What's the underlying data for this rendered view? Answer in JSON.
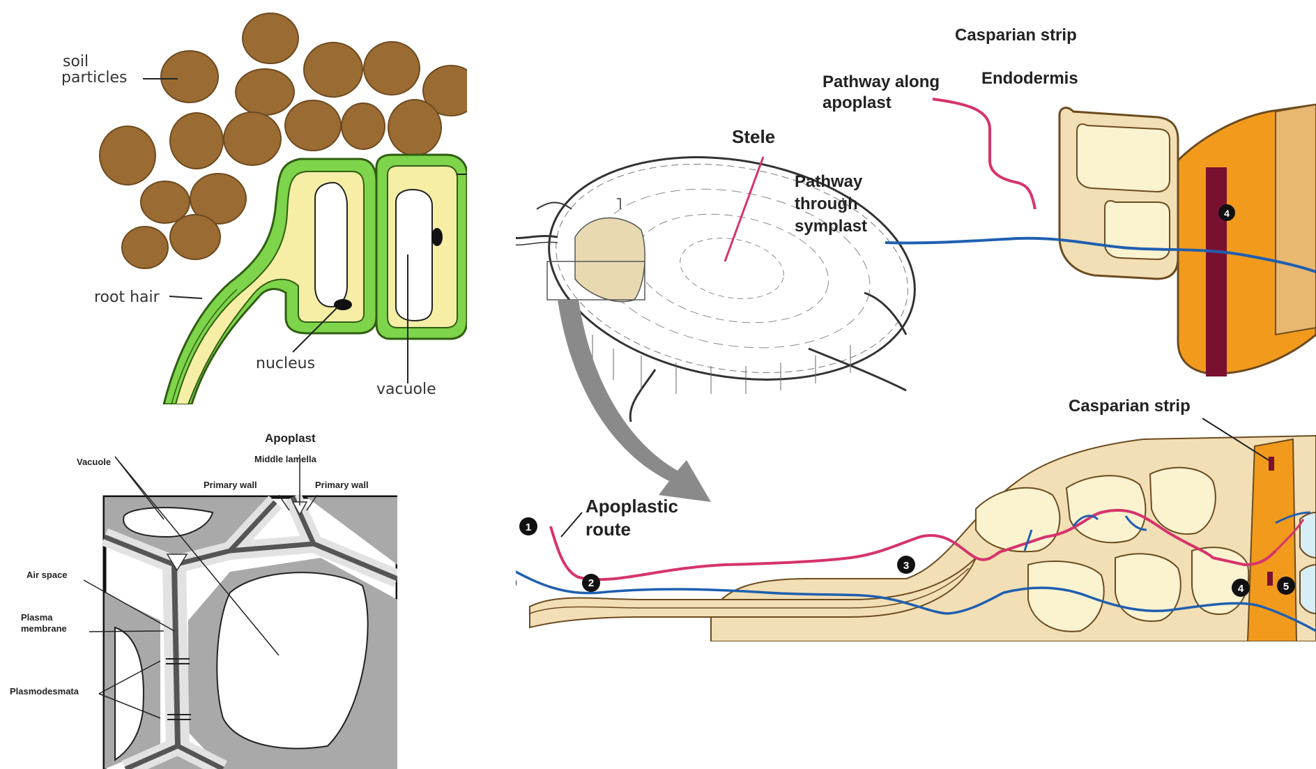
{
  "root_hair_panel": {
    "labels": {
      "soil_particles_1": "soil",
      "soil_particles_2": "particles",
      "root_hair": "root hair",
      "nucleus": "nucleus",
      "vacuole": "vacuole"
    },
    "colors": {
      "soil": "#9a6b33",
      "cell_wall": "#7ed44a",
      "cytoplasm": "#f6eea5"
    }
  },
  "apoplast_panel": {
    "labels": {
      "apoplast": "Apoplast",
      "middle_lamella": "Middle lamella",
      "vacuole": "Vacuole",
      "primary_wall_left": "Primary wall",
      "primary_wall_right": "Primary wall",
      "air_space": "Air space",
      "plasma_membrane_1": "Plasma",
      "plasma_membrane_2": "membrane",
      "plasmodesmata": "Plasmodesmata"
    },
    "colors": {
      "cell": "#a9a9a9",
      "wall": "#e2e2e2",
      "lamella": "#555555"
    }
  },
  "root_section_panel": {
    "labels": {
      "stele": "Stele",
      "casparian_strip_top": "Casparian strip",
      "pathway_apoplast_1": "Pathway along",
      "pathway_apoplast_2": "apoplast",
      "endodermis": "Endodermis",
      "pathway_symplast_1": "Pathway",
      "pathway_symplast_2": "through",
      "pathway_symplast_3": "symplast",
      "casparian_strip_bottom": "Casparian strip",
      "apoplastic_route_1": "Apoplastic",
      "apoplastic_route_2": "route",
      "marker_1": "1",
      "marker_2": "2",
      "marker_3": "3",
      "marker_4": "4",
      "marker_5": "5"
    },
    "colors": {
      "apoplast_path": "#d6336c",
      "symplast_path": "#1f5fb0",
      "endodermis": "#f29a1c",
      "casparian": "#7a1030",
      "cortex": "#fbf3d0",
      "stele_cells": "#d8eef6"
    }
  }
}
